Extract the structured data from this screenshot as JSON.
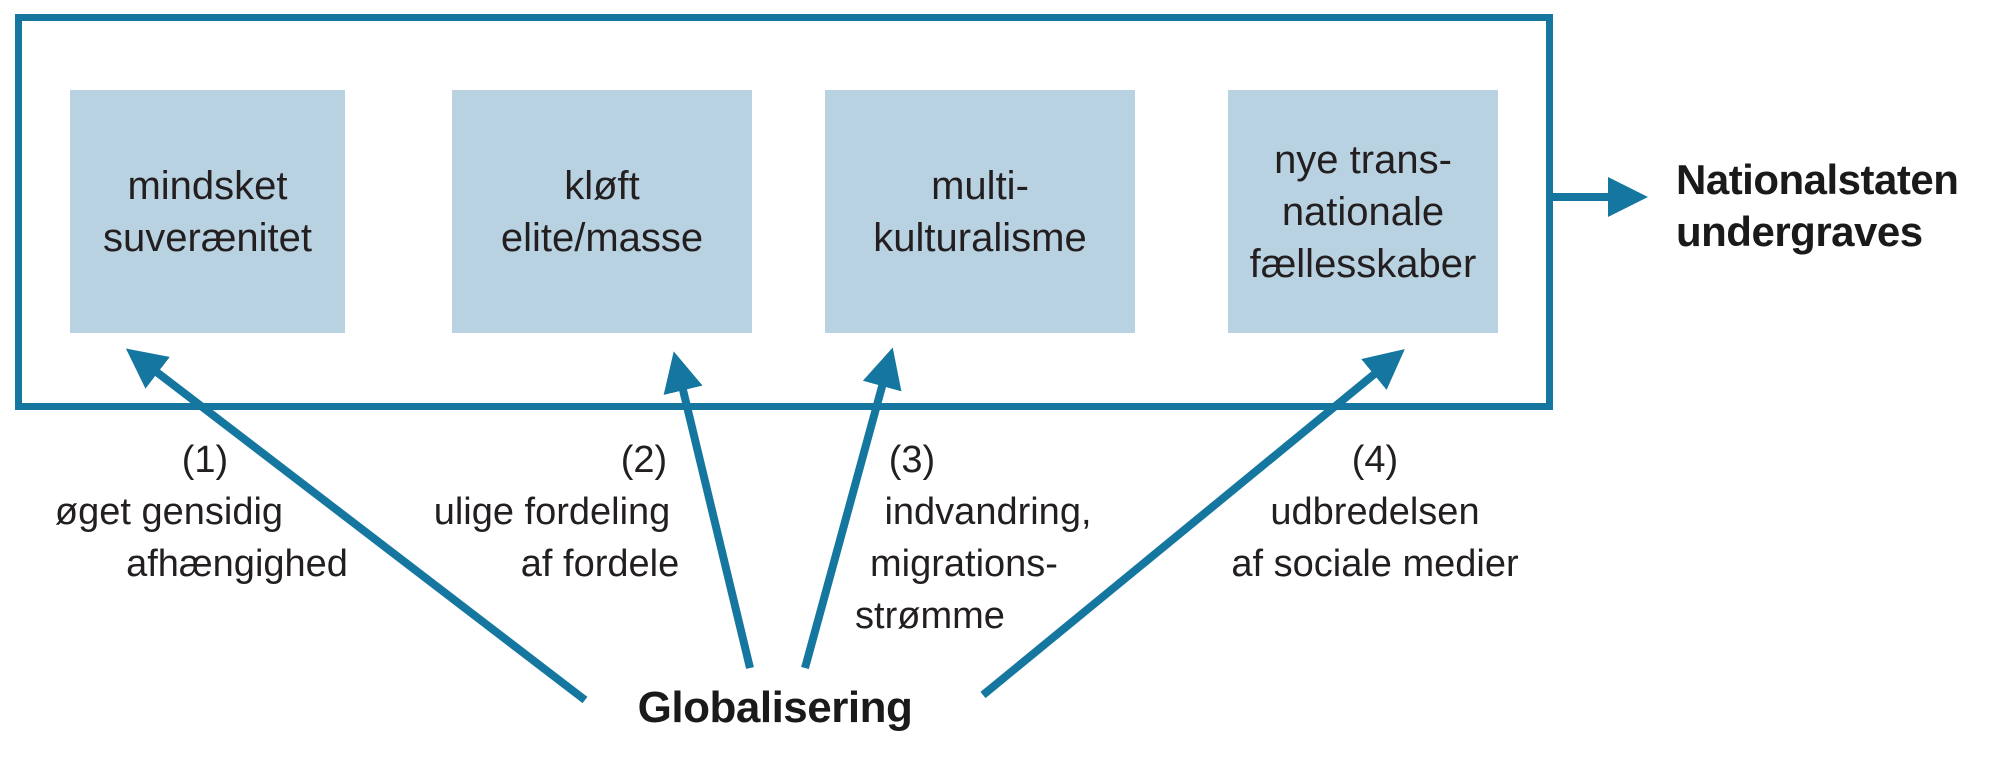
{
  "diagram": {
    "effect_boxes": [
      {
        "id": 1,
        "lines": [
          "mindsket",
          "suverænitet"
        ]
      },
      {
        "id": 2,
        "lines": [
          "kløft",
          "elite/masse"
        ]
      },
      {
        "id": 3,
        "lines": [
          "multi-",
          "kulturalisme"
        ]
      },
      {
        "id": 4,
        "lines": [
          "nye trans-",
          "nationale",
          "fællesskaber"
        ]
      }
    ],
    "cause_labels": [
      {
        "number": "(1)",
        "lines": [
          "øget gensidig",
          "afhængighed"
        ]
      },
      {
        "number": "(2)",
        "lines": [
          "ulige fordeling",
          "af fordele"
        ]
      },
      {
        "number": "(3)",
        "lines": [
          "indvandring,",
          "migrations-",
          "strømme"
        ]
      },
      {
        "number": "(4)",
        "lines": [
          "udbredelsen",
          "af sociale medier"
        ]
      }
    ],
    "source_label": "Globalisering",
    "outcome_label": {
      "line1": "Nationalstaten",
      "line2": "undergraves"
    },
    "relations": [
      {
        "from": "Globalisering",
        "via": "(1)",
        "to": "mindsket suverænitet"
      },
      {
        "from": "Globalisering",
        "via": "(2)",
        "to": "kløft elite/masse"
      },
      {
        "from": "Globalisering",
        "via": "(3)",
        "to": "multi-kulturalisme"
      },
      {
        "from": "Globalisering",
        "via": "(4)",
        "to": "nye trans-nationale fællesskaber"
      },
      {
        "from": "effekt-boks (samlet)",
        "to": "Nationalstaten undergraves"
      }
    ],
    "colors": {
      "accent": "#15779f",
      "box_fill": "#b9d2e1",
      "text": "#231f20",
      "background": "#ffffff"
    }
  }
}
